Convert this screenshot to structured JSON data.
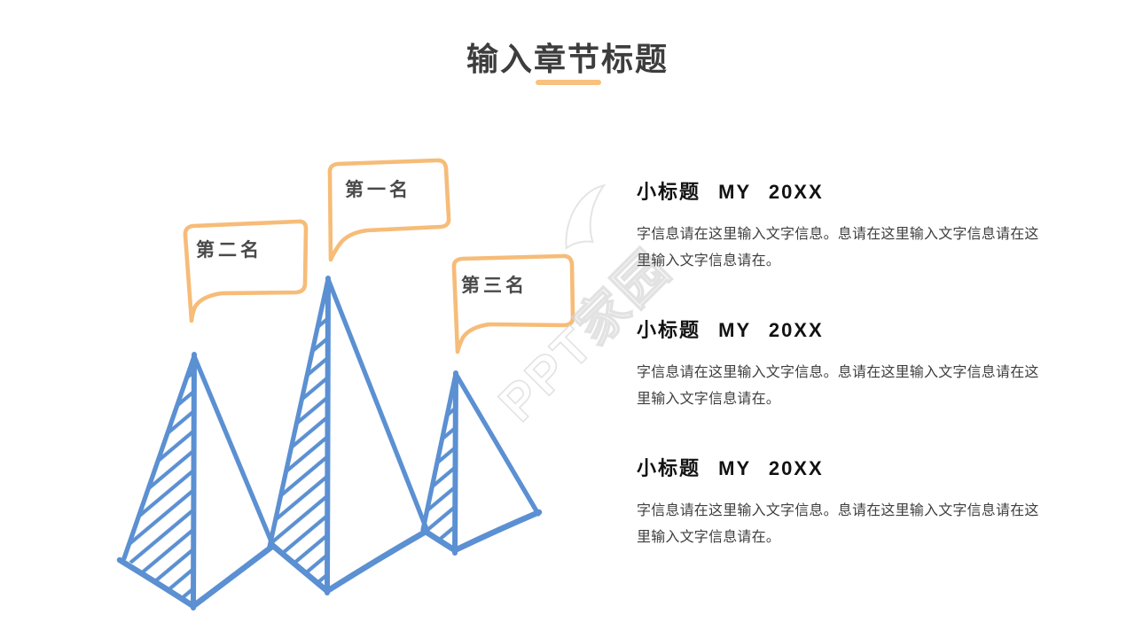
{
  "title": {
    "text": "输入章节标题"
  },
  "colors": {
    "underline_orange": "#f9c17e",
    "bubble_orange": "#f6bc78",
    "mountain_blue": "#5b90d2",
    "title_gray": "#3d3d3d",
    "body_gray": "#3e3e3e"
  },
  "ranking_bubbles": [
    {
      "label": "第一名"
    },
    {
      "label": "第二名"
    },
    {
      "label": "第三名"
    }
  ],
  "sections": [
    {
      "heading": "小标题 MY 20XX",
      "body": "字信息请在这里输入文字信息。息请在这里输入文字信息请在这里输入文字信息请在。"
    },
    {
      "heading": "小标题 MY 20XX",
      "body": "字信息请在这里输入文字信息。息请在这里输入文字信息请在这里输入文字信息请在。"
    },
    {
      "heading": "小标题 MY 20XX",
      "body": "字信息请在这里输入文字信息。息请在这里输入文字信息请在这里输入文字信息请在。"
    }
  ],
  "watermark": {
    "text": "PPT家园"
  }
}
